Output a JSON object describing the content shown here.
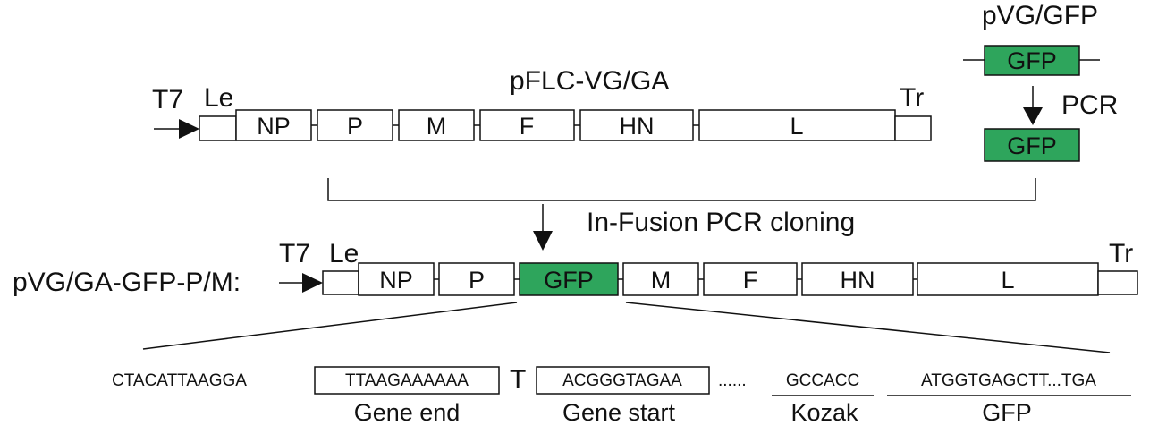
{
  "top_construct": {
    "title": "pFLC-VG/GA",
    "promoter": "T7",
    "leader": "Le",
    "trailer": "Tr",
    "genes": [
      "NP",
      "P",
      "M",
      "F",
      "HN",
      "L"
    ]
  },
  "insert": {
    "plasmid": "pVG/GFP",
    "gene": "GFP",
    "step": "PCR"
  },
  "cloning_step": "In-Fusion PCR cloning",
  "bottom_construct": {
    "title": "pVG/GA-GFP-P/M:",
    "promoter": "T7",
    "leader": "Le",
    "trailer": "Tr",
    "genes": [
      "NP",
      "P",
      "GFP",
      "M",
      "F",
      "HN",
      "L"
    ]
  },
  "sequence": {
    "prefix": "CTACATTAAGGA",
    "gene_end_seq": "TTAAGAAAAAA",
    "spacer": "T",
    "gene_start_seq": "ACGGGTAGAA",
    "dots": "......",
    "kozak_seq": "GCCACC",
    "gfp_seq": "ATGGTGAGCTT...TGA",
    "gene_end_label": "Gene end",
    "gene_start_label": "Gene start",
    "kozak_label": "Kozak",
    "gfp_label": "GFP"
  },
  "colors": {
    "gfp_fill": "#2ea55c",
    "stroke": "#111111"
  }
}
